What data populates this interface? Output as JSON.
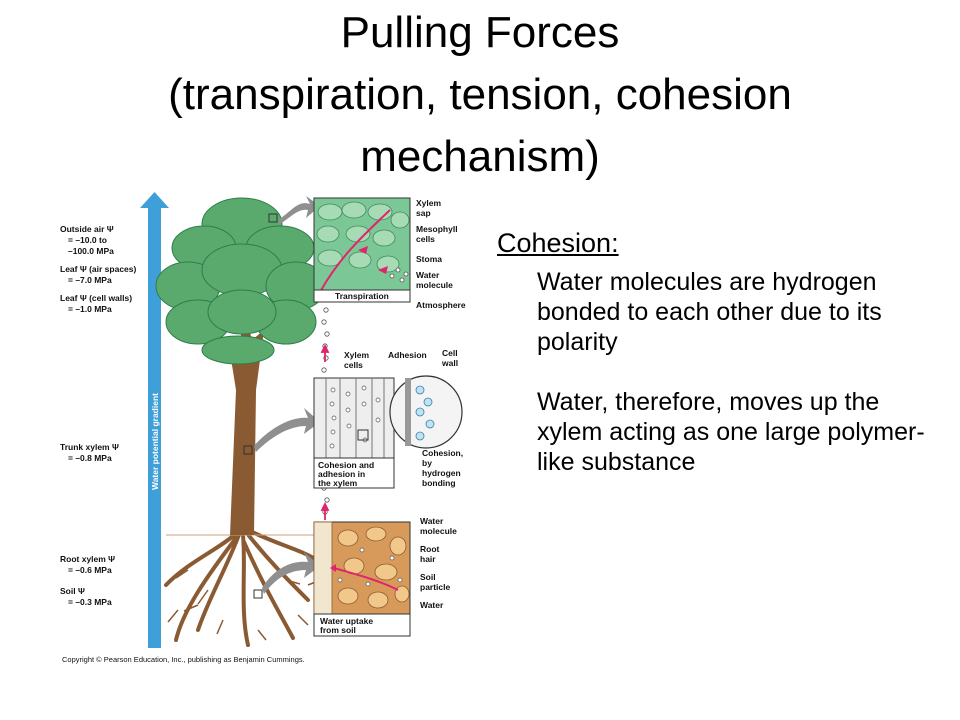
{
  "title": {
    "line1": "Pulling Forces",
    "line2": "(transpiration, tension, cohesion",
    "line3": "mechanism)"
  },
  "content": {
    "heading": "Cohesion:",
    "para1": "Water molecules are hydrogen bonded to each other due to its polarity",
    "para2": "Water, therefore, moves up the xylem acting as one large polymer-like substance"
  },
  "figure": {
    "potentials": {
      "outside_air_1": "Outside air Ψ",
      "outside_air_2": "= –10.0 to",
      "outside_air_3": "–100.0 MPa",
      "leaf_air_1": "Leaf Ψ (air spaces)",
      "leaf_air_2": "= –7.0 MPa",
      "leaf_wall_1": "Leaf Ψ (cell walls)",
      "leaf_wall_2": "= –1.0 MPa",
      "trunk_1": "Trunk xylem Ψ",
      "trunk_2": "= –0.8 MPa",
      "root_1": "Root xylem Ψ",
      "root_2": "= –0.6 MPa",
      "soil_1": "Soil Ψ",
      "soil_2": "= –0.3 MPa"
    },
    "gradient_label": "Water potential gradient",
    "top_panel": {
      "xylem_sap_1": "Xylem",
      "xylem_sap_2": "sap",
      "mesophyll_1": "Mesophyll",
      "mesophyll_2": "cells",
      "stoma": "Stoma",
      "water_molecule_1": "Water",
      "water_molecule_2": "molecule",
      "atmosphere": "Atmosphere",
      "transpiration": "Transpiration"
    },
    "middle_panel": {
      "xylem_cells_1": "Xylem",
      "xylem_cells_2": "cells",
      "adhesion": "Adhesion",
      "cell_wall_1": "Cell",
      "cell_wall_2": "wall",
      "cohesion_1": "Cohesion,",
      "cohesion_2": "by",
      "cohesion_3": "hydrogen",
      "cohesion_4": "bonding",
      "caption_1": "Cohesion and",
      "caption_2": "adhesion in",
      "caption_3": "the xylem"
    },
    "bottom_panel": {
      "water_molecule_1": "Water",
      "water_molecule_2": "molecule",
      "root_hair_1": "Root",
      "root_hair_2": "hair",
      "soil_particle_1": "Soil",
      "soil_particle_2": "particle",
      "water": "Water",
      "caption_1": "Water uptake",
      "caption_2": "from soil"
    },
    "copyright": "Copyright © Pearson Education, Inc., publishing as Benjamin Cummings."
  },
  "colors": {
    "foliage": "#5aaa6e",
    "foliage_dark": "#2f7d4a",
    "trunk": "#8a5a32",
    "gradient_arrow": "#3f9fd8",
    "water_arrow": "#e0256e",
    "panel_green": "#7cc796",
    "panel_soil": "#d89a5a"
  }
}
